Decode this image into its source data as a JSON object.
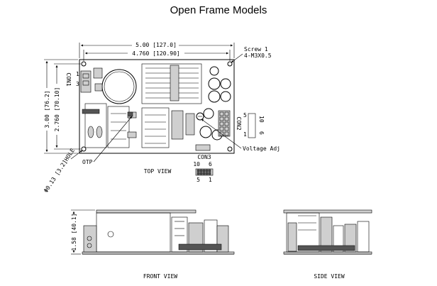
{
  "title": "Open Frame Models",
  "top_view": {
    "dim_width_overall": "5.00 [127.0]",
    "dim_width_holes": "4.760 [120.90]",
    "dim_height_overall": "3.00 [76.2]",
    "dim_height_holes": "2.760 [70.10]",
    "screw_label_1": "Screw 1",
    "screw_label_2": "4-M3X0.5",
    "con1": "CON1",
    "con1_pin1": "1",
    "con1_pin3": "3",
    "con2": "CON2",
    "con2_pin5": "5",
    "con2_pin10": "10",
    "con2_pin1": "1",
    "con2_pin6": "6",
    "voltage_adj": "Voltage Adj",
    "otp": "OTP",
    "hole": "Φ0.13 [3.2]HOLE",
    "con3": "CON3",
    "con3_pin10": "10",
    "con3_pin6": "6",
    "con3_pin5": "5",
    "con3_pin1": "1",
    "view_label": "TOP VIEW"
  },
  "front_view": {
    "dim_height": "1.58 [40.1]",
    "view_label": "FRONT VIEW"
  },
  "side_view": {
    "view_label": "SIDE VIEW"
  }
}
